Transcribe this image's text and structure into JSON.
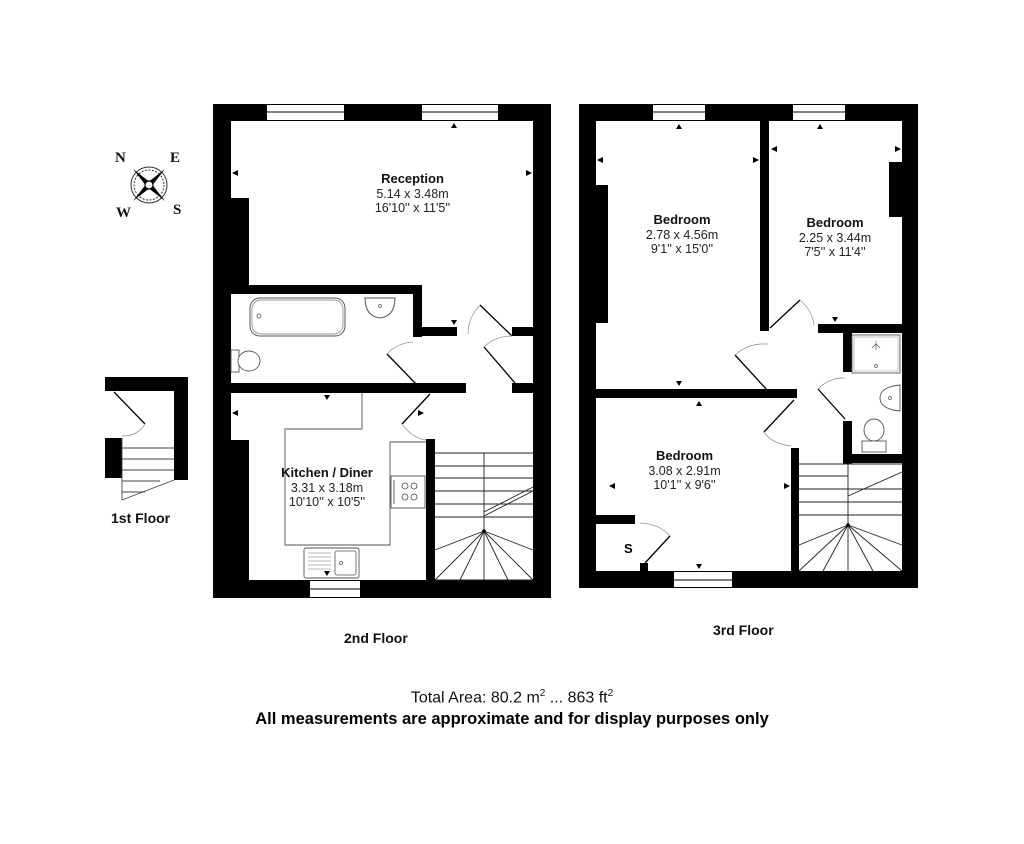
{
  "compass": {
    "icon": "compass-rose-icon",
    "n": "N",
    "e": "E",
    "w": "W",
    "s": "S"
  },
  "floors": [
    {
      "id": "1st",
      "label": "1st Floor"
    },
    {
      "id": "2nd",
      "label": "2nd Floor"
    },
    {
      "id": "3rd",
      "label": "3rd Floor"
    }
  ],
  "rooms": {
    "reception": {
      "name": "Reception",
      "metric": "5.14 x 3.48m",
      "imperial": "16'10'' x 11'5''"
    },
    "kitchen": {
      "name": "Kitchen / Diner",
      "metric": "3.31 x 3.18m",
      "imperial": "10'10'' x 10'5''"
    },
    "bedroom1": {
      "name": "Bedroom",
      "metric": "2.78 x 4.56m",
      "imperial": "9'1'' x 15'0''"
    },
    "bedroom2": {
      "name": "Bedroom",
      "metric": "2.25 x 3.44m",
      "imperial": "7'5'' x 11'4''"
    },
    "bedroom3": {
      "name": "Bedroom",
      "metric": "3.08 x 2.91m",
      "imperial": "10'1'' x 9'6''"
    },
    "storage": {
      "name": "S"
    }
  },
  "footer": {
    "total_area_prefix": "Total Area: 80.2 m",
    "total_area_mid": " ... 863 ft",
    "sup": "2",
    "disclaimer": "All measurements are approximate and for display purposes only"
  },
  "colors": {
    "wall": "#000000",
    "fixture_line": "#555555",
    "door_arc": "#999999",
    "background": "#ffffff"
  }
}
